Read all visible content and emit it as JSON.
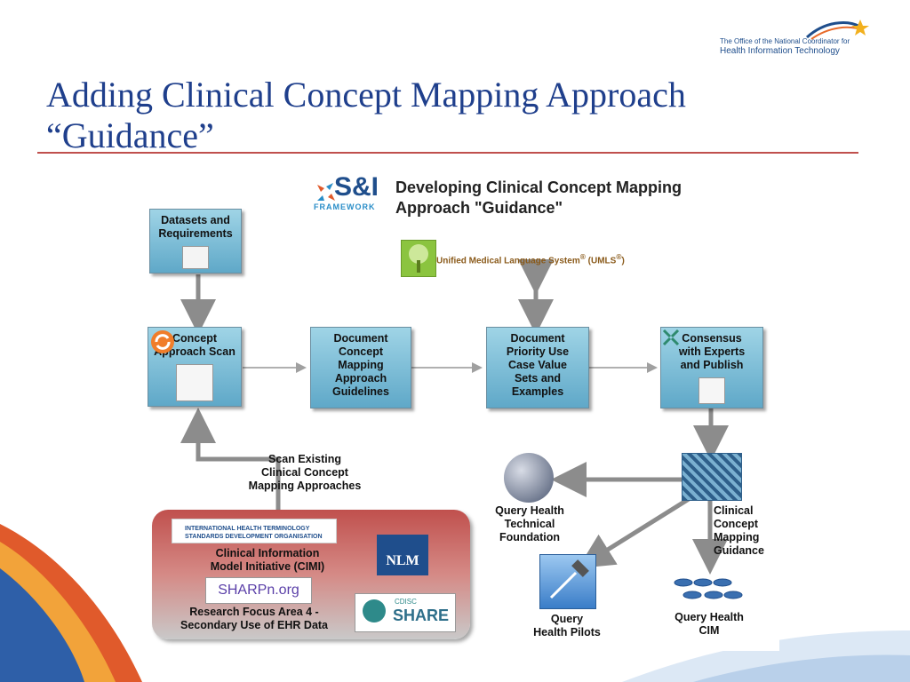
{
  "slide": {
    "title_line1": "Adding Clinical Concept Mapping Approach",
    "title_line2": "“Guidance”",
    "logo_line1": "The Office of the National Coordinator for",
    "logo_line2": "Health Information Technology"
  },
  "diagram": {
    "header": {
      "brand": "S&I",
      "brand_sub": "FRAMEWORK",
      "title_line1": "Developing Clinical Concept Mapping",
      "title_line2": "Approach \"Guidance\""
    },
    "umls": "Unified Medical Language System",
    "umls_suffix": "(UMLS",
    "umls_close": ")",
    "reg": "®",
    "boxes": {
      "datasets": [
        "Datasets and",
        "Requirements"
      ],
      "concept_scan": [
        "Concept",
        "Approach Scan"
      ],
      "document_mapping": [
        "Document",
        "Concept",
        "Mapping",
        "Approach",
        "Guidelines"
      ],
      "document_priority": [
        "Document",
        "Priority Use",
        "Case Value",
        "Sets and",
        "Examples"
      ],
      "consensus": [
        "Consensus",
        "with Experts",
        "and Publish"
      ]
    },
    "scan_existing": [
      "Scan Existing",
      "Clinical Concept",
      "Mapping Approaches"
    ],
    "query_health_tech": [
      "Query Health",
      "Technical",
      "Foundation"
    ],
    "clinical_guidance": [
      "Clinical",
      "Concept",
      "Mapping",
      "Guidance"
    ],
    "query_pilots": [
      "Query",
      "Health Pilots"
    ],
    "query_cim": [
      "Query Health",
      "CIM"
    ],
    "sources": {
      "ihtsdo_line1": "INTERNATIONAL HEALTH TERMINOLOGY",
      "ihtsdo_line2": "STANDARDS DEVELOPMENT ORGANISATION",
      "cimi": [
        "Clinical Information",
        "Model Initiative (CIMI)"
      ],
      "nlm": "NLM",
      "sharpn": "SHARPn.org",
      "research": [
        "Research Focus Area 4 -",
        "Secondary Use of EHR Data"
      ],
      "cdisc": "CDISC",
      "share": "SHARE"
    }
  },
  "colors": {
    "title": "#1f3f8c",
    "rule": "#c0504d",
    "box_top": "#9fd4e6",
    "box_bottom": "#5fa8c8",
    "arrow": "#8c8c8c"
  }
}
